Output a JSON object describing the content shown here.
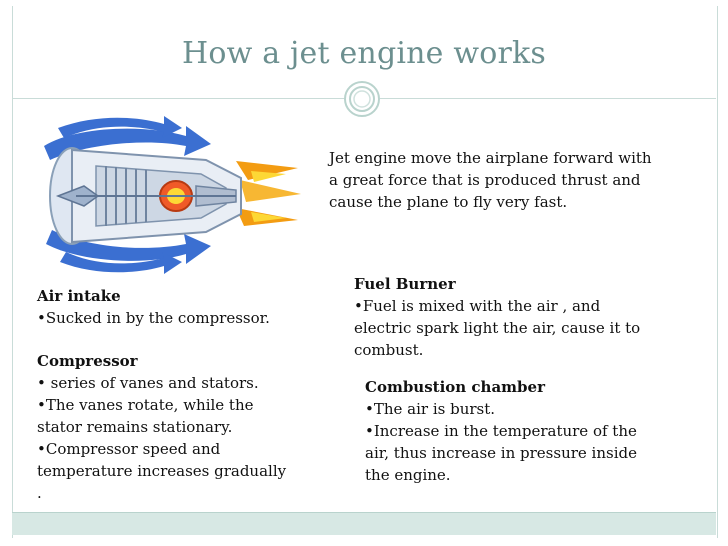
{
  "slide": {
    "title": "How a jet engine works",
    "intro": [
      "Jet engine move the airplane forward with",
      "a great force that is produced thrust and",
      "cause the plane to fly very fast."
    ],
    "air_intake": {
      "heading": "Air intake",
      "lines": [
        "•Sucked in by the compressor."
      ]
    },
    "compressor": {
      "heading": "Compressor",
      "lines": [
        "• series of vanes and stators.",
        "•The vanes rotate, while the",
        "stator remains stationary.",
        "•Compressor speed and",
        "temperature  increases gradually",
        "."
      ]
    },
    "fuel_burner": {
      "heading": "Fuel Burner",
      "lines": [
        "•Fuel is mixed with the air , and",
        "electric spark light the air, cause it to",
        "combust."
      ]
    },
    "combustion_chamber": {
      "heading": "Combustion chamber",
      "lines": [
        "•The air is burst.",
        "•Increase in the temperature of the",
        "air, thus increase in pressure inside",
        "the engine."
      ]
    }
  },
  "colors": {
    "title": "#6c8f8f",
    "frame": "#c9dcd8",
    "bar": "#d7e8e4",
    "arrow_blue": "#3b6fd1",
    "flame": "#f5a623"
  }
}
